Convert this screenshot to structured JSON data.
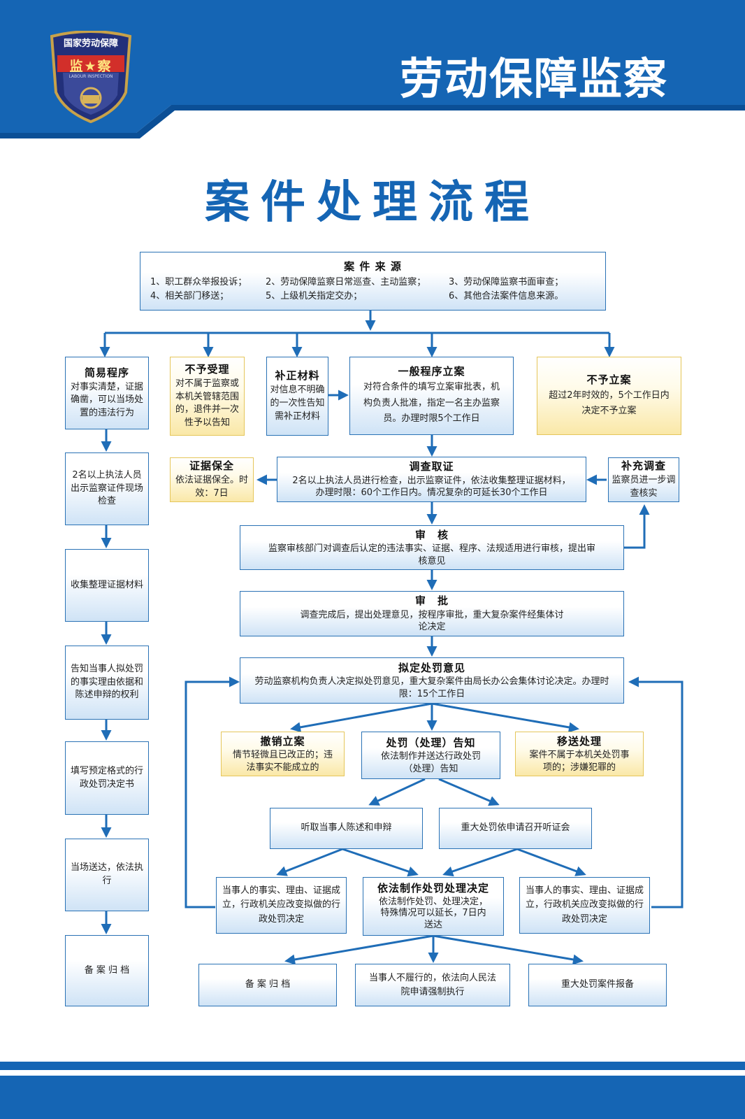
{
  "header": {
    "title": "劳动保障监察",
    "badge": {
      "top_text": "国家劳动保障",
      "main_text": "监★察",
      "sub_text": "LABOUR INSPECTION"
    }
  },
  "main_title": "案件处理流程",
  "source": {
    "title": "案 件 来 源",
    "items": [
      "1、职工群众举报投诉；",
      "2、劳动保障监察日常巡查、主动监察；",
      "3、劳动保障监察书面审查；",
      "4、相关部门移送；",
      "5、上级机关指定交办；",
      "6、其他合法案件信息来源。"
    ]
  },
  "simple": {
    "title": "简易程序",
    "body": "对事实清楚，证据确凿，可以当场处置的违法行为",
    "steps": [
      "2名以上执法人员出示监察证件现场检查",
      "收集整理证据材料",
      "告知当事人拟处罚的事实理由依据和陈述申辩的权利",
      "填写预定格式的行政处罚决定书",
      "当场送达，依法执行",
      "备 案 归 档"
    ]
  },
  "not_accept": {
    "title": "不予受理",
    "body": "对不属于监察或本机关管辖范围的，退件并一次性予以告知"
  },
  "supplement": {
    "title": "补正材料",
    "body": "对信息不明确的一次性告知需补正材料"
  },
  "general": {
    "title": "一般程序立案",
    "body": "对符合条件的填写立案审批表，机构负责人批准，指定一名主办监察员。办理时限5个工作日"
  },
  "no_case": {
    "title": "不予立案",
    "body": "超过2年时效的，5个工作日内决定不予立案"
  },
  "evidence_preserve": {
    "title": "证据保全",
    "body": "依法证据保全。时效：7日"
  },
  "investigate": {
    "title": "调查取证",
    "body": "2名以上执法人员进行检查，出示监察证件，依法收集整理证据材料，办理时限：60个工作日内。情况复杂的可延长30个工作日"
  },
  "supplement_investigate": {
    "title": "补充调查",
    "body": "监察员进一步调查核实"
  },
  "review": {
    "title": "审　核",
    "body": "监察审核部门对调查后认定的违法事实、证据、程序、法规适用进行审核，提出审核意见"
  },
  "approve": {
    "title": "审　批",
    "body": "调查完成后，提出处理意见，按程序审批，重大复杂案件经集体讨论决定"
  },
  "draft_penalty": {
    "title": "拟定处罚意见",
    "body": "劳动监察机构负责人决定拟处罚意见，重大复杂案件由局长办公会集体讨论决定。办理时限：15个工作日"
  },
  "revoke": {
    "title": "撤销立案",
    "body": "情节轻微且已改正的；违法事实不能成立的"
  },
  "notice": {
    "title": "处罚（处理）告知",
    "body": "依法制作并送达行政处罚（处理）告知"
  },
  "transfer": {
    "title": "移送处理",
    "body": "案件不属于本机关处罚事项的；涉嫌犯罪的"
  },
  "hear_statement": "听取当事人陈述和申辩",
  "hearing": "重大处罚依申请召开听证会",
  "change_left": "当事人的事实、理由、证据成立，行政机关应改变拟做的行政处罚决定",
  "decision": {
    "title": "依法制作处罚处理决定",
    "body": "依法制作处罚、处理决定，特殊情况可以延长，7日内送达"
  },
  "change_right": "当事人的事实、理由、证据成立，行政机关应改变拟做的行政处罚决定",
  "archive": "备 案 归 档",
  "court": "当事人不履行的，依法向人民法院申请强制执行",
  "report": "重大处罚案件报备",
  "colors": {
    "header_blue": "#1565b4",
    "box_border": "#2a72b5",
    "arrow": "#1f6db7",
    "yellow_border": "#e5c65a"
  }
}
